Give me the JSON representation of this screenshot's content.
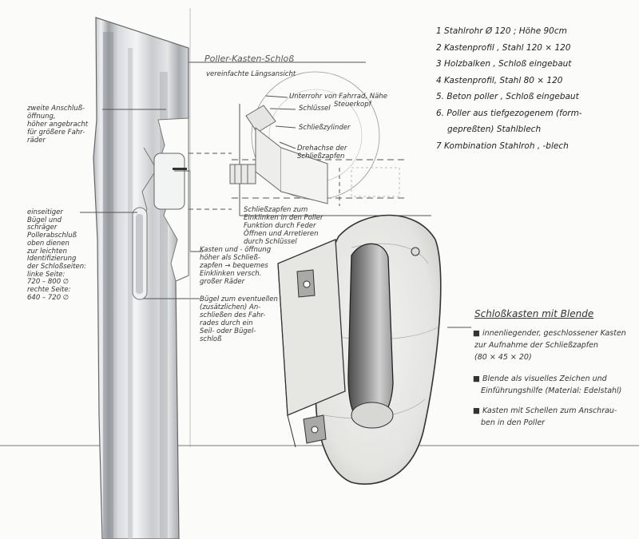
{
  "drawing": {
    "title": "Poller-Kasten-Schloß",
    "subtitle": "vereinfachte Längsansicht",
    "parts_list": [
      {
        "num": "1",
        "text": "Stahlrohr Ø 120 ; Höhe 90cm"
      },
      {
        "num": "2",
        "text": "Kastenprofil , Stahl 120 × 120"
      },
      {
        "num": "3",
        "text": "Holzbalken , Schloß eingebaut"
      },
      {
        "num": "4",
        "text": "Kastenprofil, Stahl 80 × 120"
      },
      {
        "num": "5.",
        "text": "Beton poller , Schloß eingebaut"
      },
      {
        "num": "6.",
        "text": "Poller aus tiefgezogenem (form-"
      },
      {
        "num": "",
        "text": "gepreßten) Stahlblech"
      },
      {
        "num": "7",
        "text": "Kombination Stahlroh , -blech"
      }
    ],
    "left_notes": {
      "second_opening": [
        "zweite Anschluß-",
        "öffnung,",
        "höher angebracht",
        "für größere Fahr-",
        "räder"
      ],
      "bracket": [
        "einseitiger",
        "Bügel und",
        "schräger",
        "Pollerabschluß",
        "oben dienen",
        "zur leichten",
        "Identifizierung",
        "der Schloßseiten:",
        "linke Seite:",
        "720 – 800 ∅",
        "rechte Seite:",
        "640 – 720 ∅"
      ]
    },
    "center_notes": {
      "box_opening": [
        "Kasten und - öffnung",
        "höher als Schließ-",
        "zapfen → bequemes",
        "Einklinken versch.",
        "großer Räder"
      ],
      "hoop": [
        "Bügel zum eventuellen",
        "(zusätzlichen) An-",
        "schließen des Fahr-",
        "rades durch ein",
        "Seil- oder Bügel-",
        "schloß"
      ],
      "bolts": [
        "Schließzapfen zum",
        "Einklinken in den Poller",
        "Funktion durch Feder",
        "Öffnen und Arretieren",
        "durch Schlüssel"
      ]
    },
    "lock_labels": {
      "tube": [
        "Unterrohr von Fahrrad, Nähe",
        "Steuerkopf"
      ],
      "key": "Schlüssel",
      "cylinder": "Schließzylinder",
      "axis": [
        "Drehachse der",
        "Schließzapfen"
      ]
    },
    "lock_box": {
      "heading": "Schloßkasten mit Blende",
      "bullets": [
        {
          "lines": [
            "innenliegender, geschlossener Kasten",
            "zur Aufnahme der Schließzapfen",
            "(80 × 45 × 20)"
          ]
        },
        {
          "lines": [
            "Blende als visuelles Zeichen und",
            "Einführungshilfe (Material: Edelstahl)"
          ]
        },
        {
          "lines": [
            "Kasten mit Schellen zum Anschrau-",
            "ben in den Poller"
          ]
        }
      ]
    }
  }
}
